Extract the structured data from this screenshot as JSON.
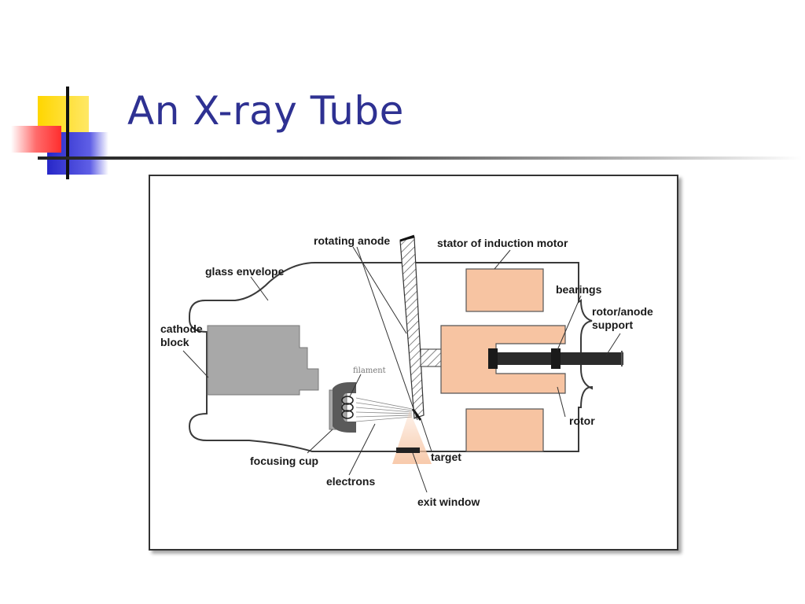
{
  "slide": {
    "title": "An X-ray Tube"
  },
  "colors": {
    "title": "#2e3192",
    "yellow_square": "#ffd600",
    "red_square": "#ff3b3b",
    "blue_square": "#3535d6",
    "copper": "#f7c4a2",
    "cathode_gray": "#a8a8a8",
    "rod": "#2b2b2b"
  },
  "diagram": {
    "labels": {
      "rotating_anode": "rotating anode",
      "stator": "stator of induction motor",
      "glass_envelope": "glass envelope",
      "bearings": "bearings",
      "rotor_anode_support_1": "rotor/anode",
      "rotor_anode_support_2": "support",
      "cathode_1": "cathode",
      "cathode_2": "block",
      "filament": "filament",
      "rotor": "rotor",
      "focusing_cup": "focusing cup",
      "target": "target",
      "electrons": "electrons",
      "exit_window": "exit window"
    }
  }
}
